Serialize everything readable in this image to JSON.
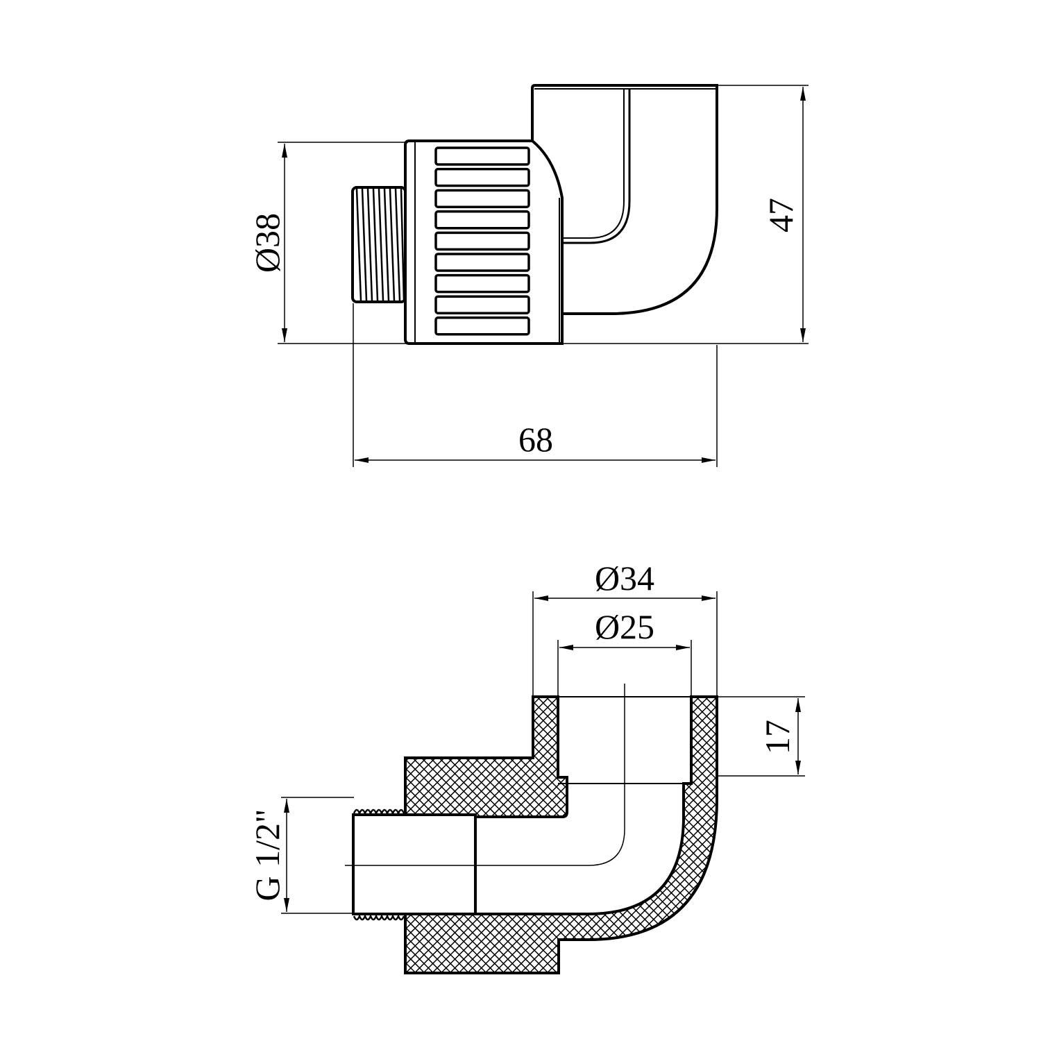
{
  "drawing": {
    "side_view": {
      "dimensions": {
        "diameter_nut": "Ø38",
        "height": "47",
        "length": "68"
      }
    },
    "section_view": {
      "dimensions": {
        "outer_diameter": "Ø34",
        "inner_diameter": "Ø25",
        "socket_depth": "17",
        "thread": "G 1/2\""
      }
    },
    "colors": {
      "line": "#000000",
      "background": "#ffffff"
    }
  }
}
